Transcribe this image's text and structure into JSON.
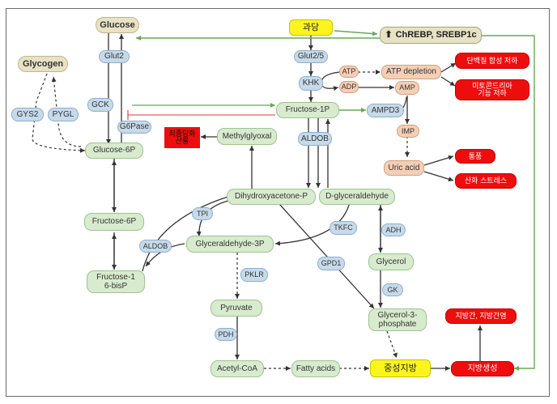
{
  "title_sugar": "과당",
  "nodes": {
    "glucose": "Glucose",
    "glycogen": "Glycogen",
    "glut2": "Glut2",
    "gck": "GCK",
    "gys2": "GYS2",
    "pygl": "PYGL",
    "g6pase": "G6Pase",
    "glucose6p": "Glucose-6P",
    "fructose6p": "Fructose-6P",
    "fructose16bisp": "Fructose-1\n6-bisP",
    "aldob_left": "ALDOB",
    "tpi": "TPI",
    "dhap": "Dihydroxyacetone-P",
    "dglyceraldehyde": "D-glyceraldehyde",
    "glyceraldehyde3p": "Glyceraldehyde-3P",
    "methylglyoxal": "Methylglyoxal",
    "fructose1p": "Fructose-1P",
    "aldob_mid": "ALDOB",
    "glut25": "Glut2/5",
    "khk": "KHK",
    "atp": "ATP",
    "adp": "ADP",
    "atp_depletion": "ATP depletion",
    "amp": "AMP",
    "ampd3": "AMPD3",
    "imp": "IMP",
    "uric_acid": "Uric acid",
    "tkfc": "TKFC",
    "adh": "ADH",
    "glycerol": "Glycerol",
    "gk": "GK",
    "gpd1": "GPD1",
    "glycerol3p": "Glycerol-3-\nphosphate",
    "pklr": "PKLR",
    "pyruvate": "Pyruvate",
    "pdh": "PDH",
    "acetylcoa": "Acetyl-CoA",
    "fatty_acids": "Fatty acids",
    "triglyceride": "중성지방",
    "chrebp": "ChREBP, SREBP1c",
    "chrebp_arrow": "⬆"
  },
  "effects": {
    "protein_synthesis": "단백질 합성 저하",
    "mito": "미토콘드리아\n기능 저하",
    "gout": "통풍",
    "oxidative_stress": "산화 스트레스",
    "fatty_liver": "지방간, 지방간염",
    "lipogenesis": "지방생성",
    "glycation": "최종당화\n산물"
  },
  "colors": {
    "metabolite_green": "#d8ebce",
    "enzyme_blue": "#c7daea",
    "energy_peach": "#f3cfb5",
    "highlight_yellow": "#fbf51d",
    "effect_red": "#ee0d0d",
    "activation_green": "#6aa84f",
    "inhibition_red": "#e06060"
  }
}
